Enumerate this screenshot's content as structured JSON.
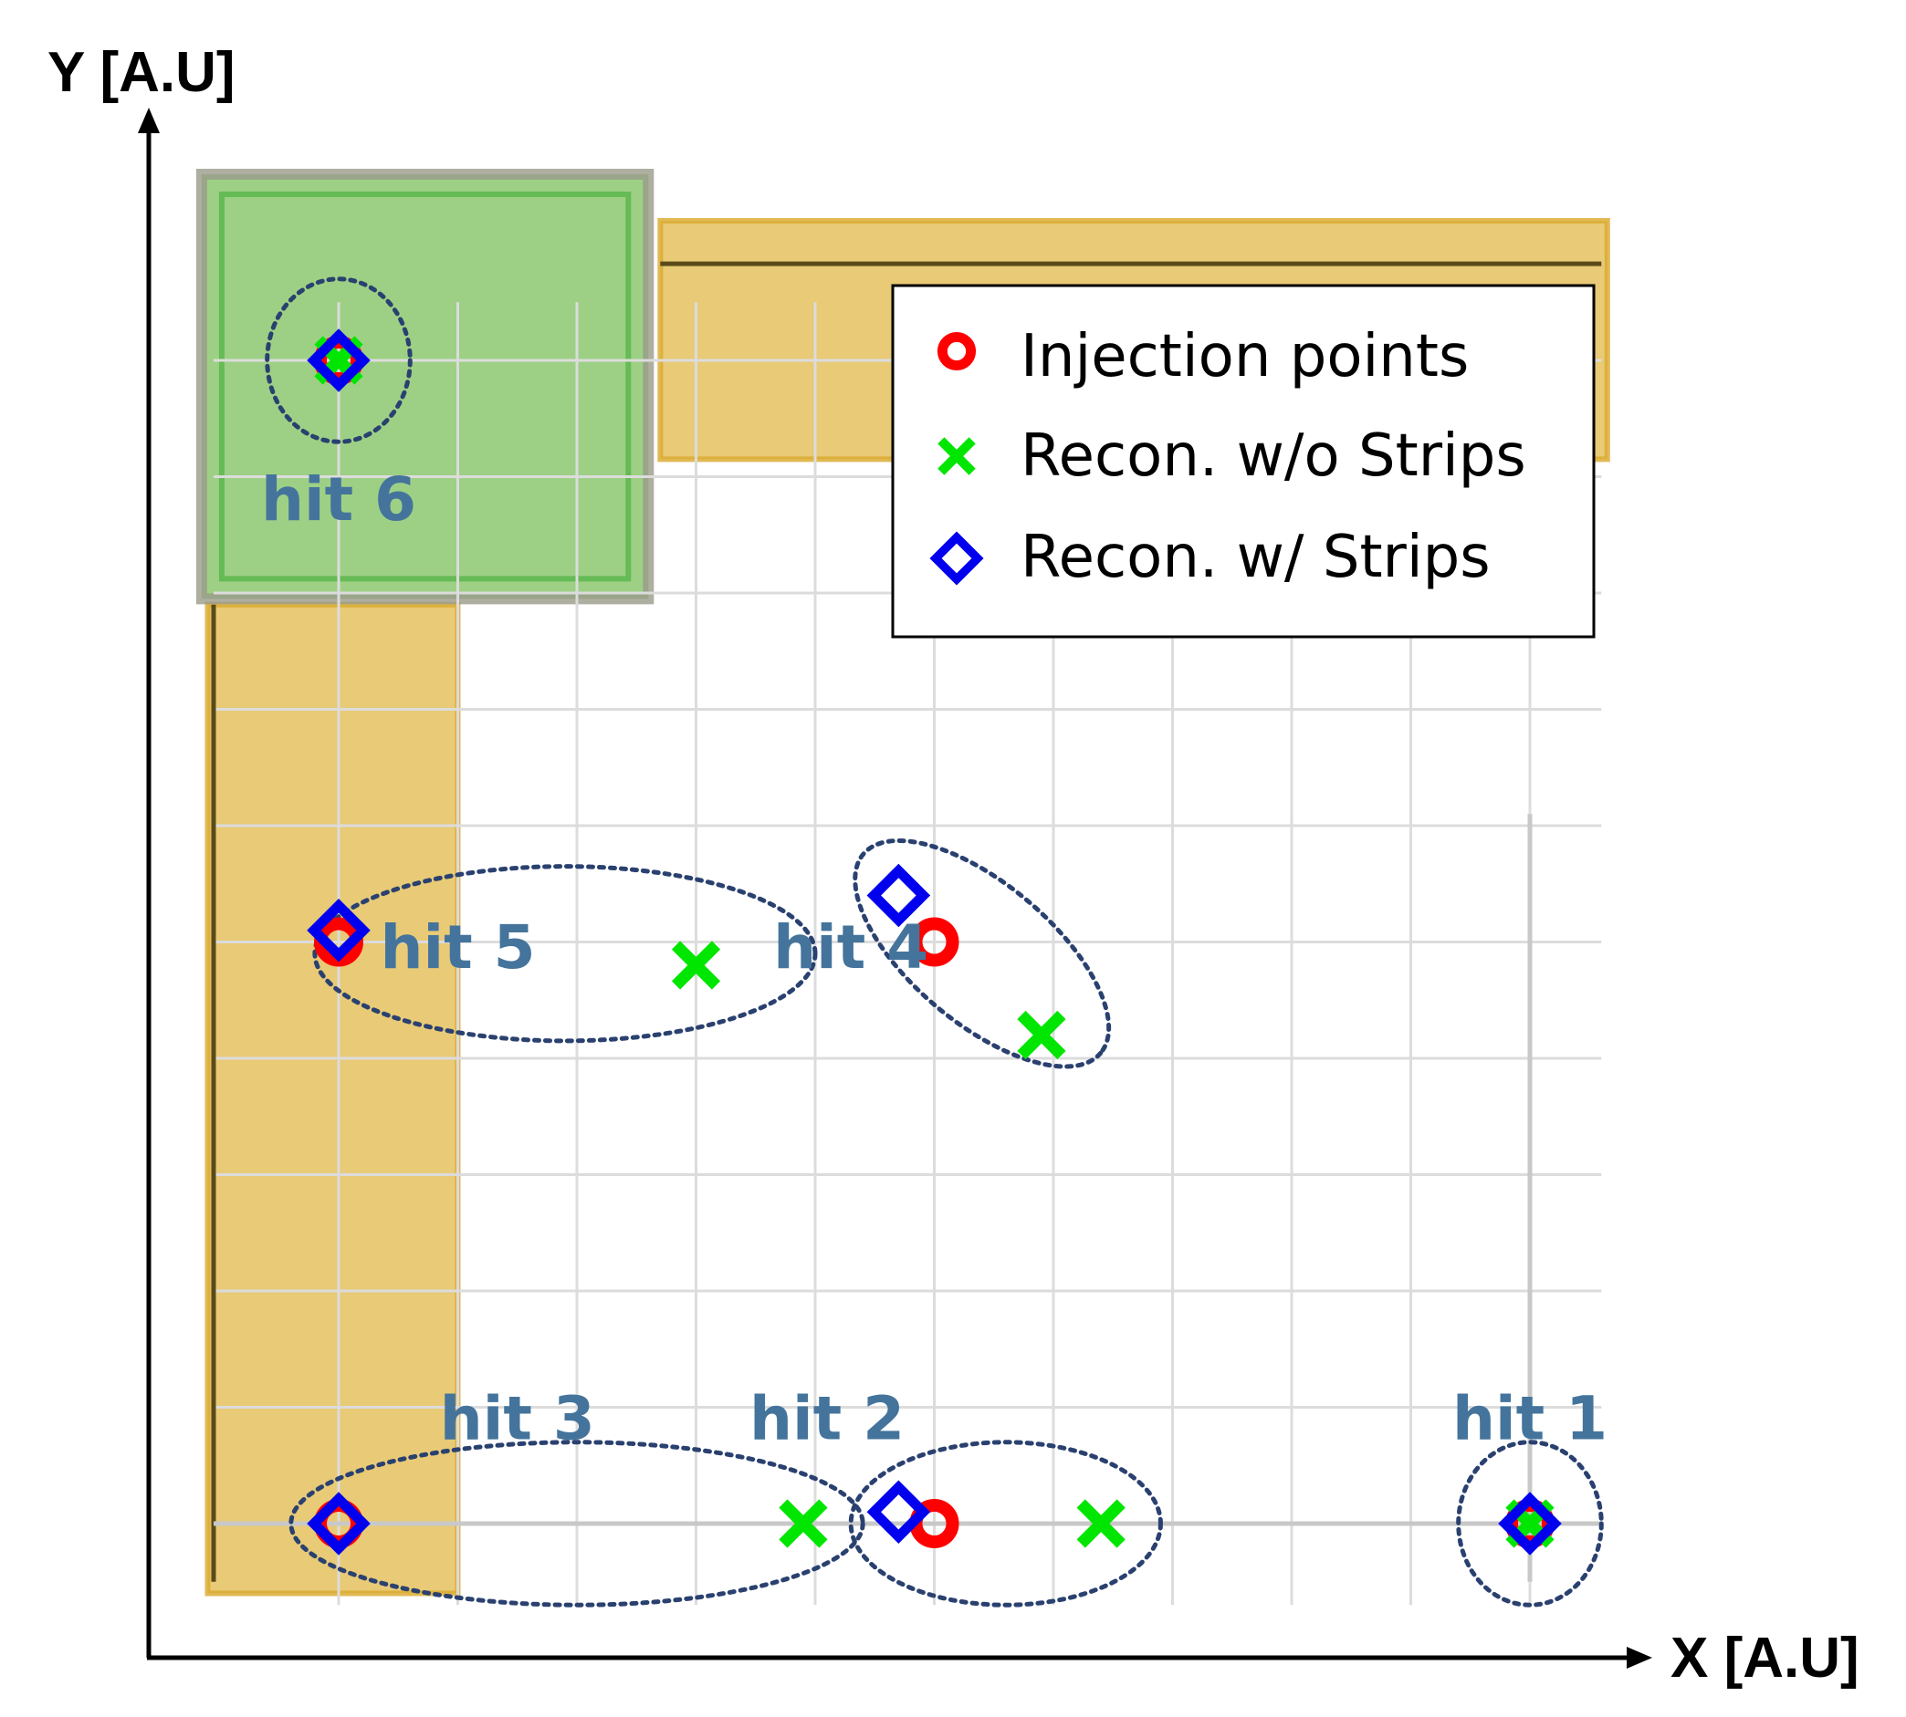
{
  "chart_data": {
    "type": "scatter",
    "xlabel": "X [A.U]",
    "ylabel": "Y [A.U]",
    "xlim": [
      -1,
      10.6
    ],
    "ylim": [
      -1,
      10.7
    ],
    "grid": true,
    "legend_position": "top-right",
    "series": [
      {
        "name": "Injection points",
        "marker": "circle",
        "color": "#ff0000",
        "points": [
          {
            "x": 10,
            "y": 0
          },
          {
            "x": 5,
            "y": 0
          },
          {
            "x": 0,
            "y": 0
          },
          {
            "x": 5,
            "y": 5
          },
          {
            "x": 0,
            "y": 5
          },
          {
            "x": 0,
            "y": 10
          }
        ]
      },
      {
        "name": "Recon. w/o Strips",
        "marker": "x",
        "color": "#00ee00",
        "points": [
          {
            "x": 10,
            "y": 0
          },
          {
            "x": 6.4,
            "y": 0
          },
          {
            "x": 3.9,
            "y": 0
          },
          {
            "x": 5.9,
            "y": 4.2
          },
          {
            "x": 3,
            "y": 4.8
          },
          {
            "x": 0,
            "y": 10
          }
        ]
      },
      {
        "name": "Recon. w/ Strips",
        "marker": "diamond",
        "color": "#0000ee",
        "points": [
          {
            "x": 10,
            "y": 0
          },
          {
            "x": 4.7,
            "y": 0.1
          },
          {
            "x": 0,
            "y": 0
          },
          {
            "x": 4.7,
            "y": 5.4
          },
          {
            "x": 0,
            "y": 5.1
          },
          {
            "x": 0,
            "y": 10
          }
        ]
      }
    ],
    "annotations": [
      {
        "label": "hit 1",
        "center": [
          10,
          0
        ],
        "rx": 0.6,
        "ry": 0.7
      },
      {
        "label": "hit 2",
        "center": [
          5.6,
          0
        ],
        "rx": 1.3,
        "ry": 0.7
      },
      {
        "label": "hit 3",
        "center": [
          2,
          0
        ],
        "rx": 2.4,
        "ry": 0.7
      },
      {
        "label": "hit 4",
        "center": [
          5.4,
          4.9
        ],
        "rx": 1.3,
        "ry": 0.6,
        "rotate": 40
      },
      {
        "label": "hit 5",
        "center": [
          1.9,
          4.9
        ],
        "rx": 2.1,
        "ry": 0.75
      },
      {
        "label": "hit 6",
        "center": [
          0,
          10
        ],
        "rx": 0.6,
        "ry": 0.7
      }
    ],
    "regions": [
      {
        "name": "y-strip",
        "color": "#e0b84a",
        "x": [
          -1.1,
          1
        ],
        "y": [
          -0.6,
          7.9
        ]
      },
      {
        "name": "x-strip",
        "color": "#e0b84a",
        "x": [
          2.7,
          10.65
        ],
        "y": [
          9.15,
          11.2
        ]
      },
      {
        "name": "corner-pad",
        "color": "#7cc05c",
        "x": [
          -1.15,
          2.6
        ],
        "y": [
          7.95,
          11.6
        ]
      }
    ]
  }
}
